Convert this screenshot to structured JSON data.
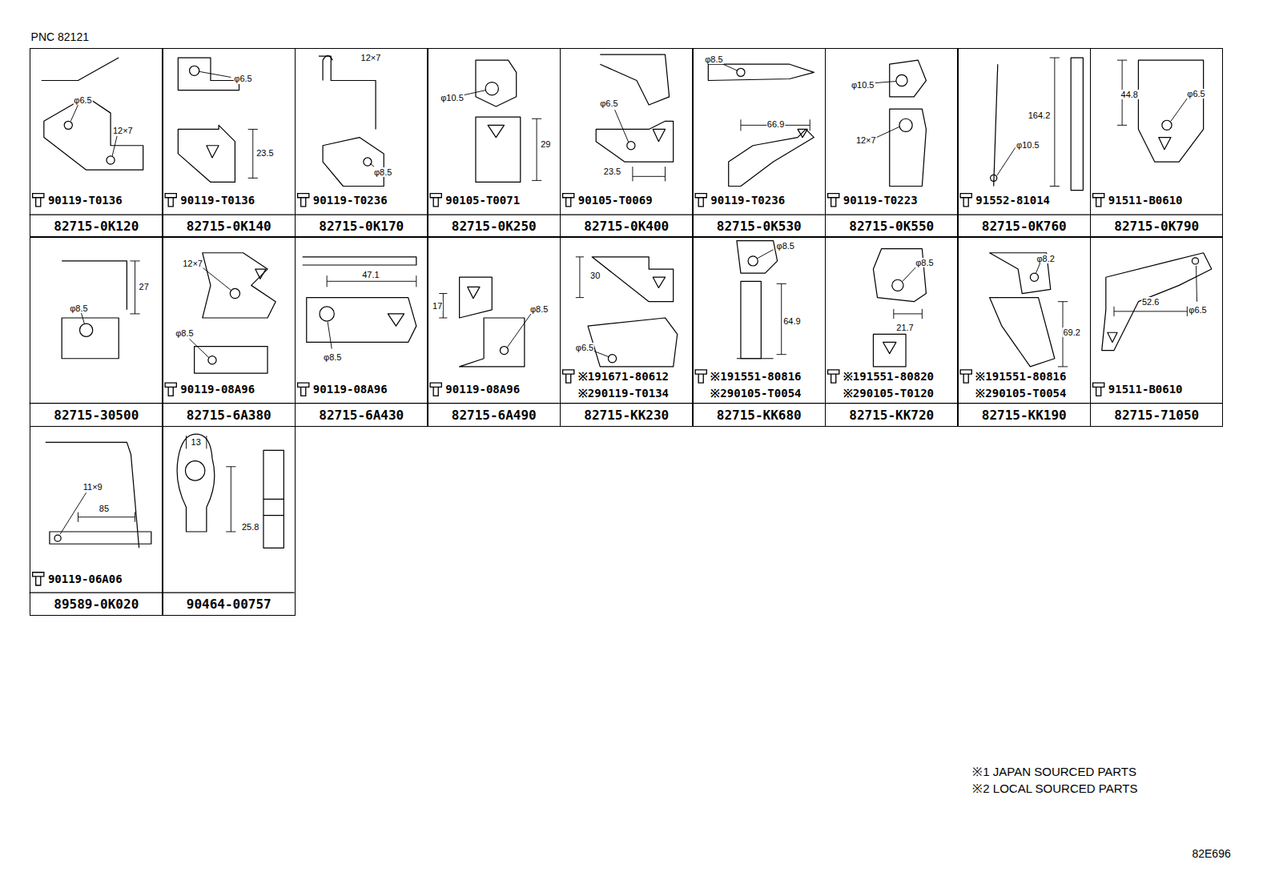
{
  "diagram": {
    "nodes": [
      {
        "text": [
          "φ6.5",
          "12×7",
          "90119-T0136",
          "82715-0K120"
        ]
      },
      {
        "text": [
          "φ6.5",
          "23.5",
          "90119-T0136",
          "82715-0K140"
        ]
      },
      {
        "text": [
          "12×7",
          "φ8.5",
          "90119-T0236",
          "82715-0K170"
        ]
      },
      {
        "text": [
          "φ10.5",
          "29",
          "90105-T0071",
          "82715-0K250"
        ]
      },
      {
        "text": [
          "φ6.5",
          "23.5",
          "90105-T0069",
          "82715-0K400"
        ]
      },
      {
        "text": [
          "φ8.5",
          "66.9",
          "90119-T0236",
          "82715-0K530"
        ]
      },
      {
        "text": [
          "φ10.5",
          "12×7",
          "90119-T0223",
          "82715-0K550"
        ]
      },
      {
        "text": [
          "164.2",
          "φ10.5",
          "91552-81014",
          "82715-0K760"
        ]
      },
      {
        "text": [
          "44.8",
          "φ6.5",
          "91511-B0610",
          "82715-0K790"
        ]
      },
      {
        "text": [
          "27",
          "φ8.5",
          "82715-30500"
        ]
      },
      {
        "text": [
          "12×7",
          "φ8.5",
          "90119-08A96",
          "82715-6A380"
        ]
      },
      {
        "text": [
          "47.1",
          "φ8.5",
          "90119-08A96",
          "82715-6A430"
        ]
      },
      {
        "text": [
          "17",
          "φ8.5",
          "90119-08A96",
          "82715-6A490"
        ]
      },
      {
        "text": [
          "30",
          "φ6.5",
          "※191671-80612",
          "※290119-T0134",
          "82715-KK230"
        ]
      },
      {
        "text": [
          "φ8.5",
          "64.9",
          "※191551-80816",
          "※290105-T0054",
          "82715-KK680"
        ]
      },
      {
        "text": [
          "φ8.5",
          "21.7",
          "※191551-80820",
          "※290105-T0120",
          "82715-KK720"
        ]
      },
      {
        "text": [
          "φ8.2",
          "69.2",
          "※191551-80816",
          "※290105-T0054",
          "82715-KK190"
        ]
      },
      {
        "text": [
          "52.6",
          "φ6.5",
          "91511-B0610",
          "82715-71050"
        ]
      },
      {
        "text": [
          "11×9",
          "85",
          "90119-06A06",
          "89589-0K020"
        ]
      },
      {
        "text": [
          "13",
          "25.8",
          "90464-00757"
        ]
      }
    ],
    "labels": [
      "PNC 82121",
      "※1 JAPAN SOURCED PARTS",
      "※2 LOCAL SOURCED PARTS",
      "82E696"
    ]
  }
}
